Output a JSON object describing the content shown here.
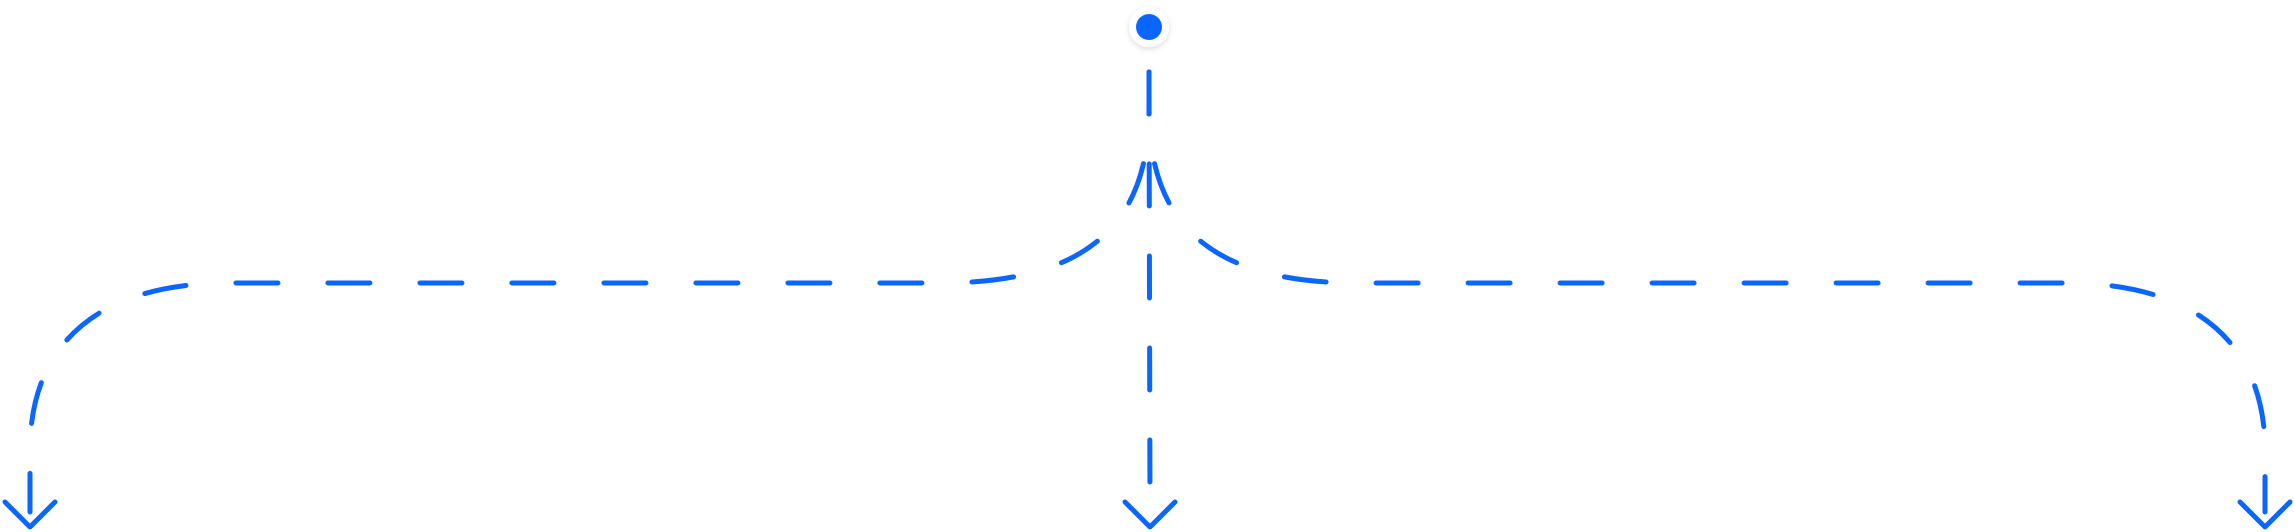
{
  "diagram": {
    "type": "branching-flow-connector",
    "accent_color": "#0a66ff",
    "background_color": "#ffffff",
    "start_node": {
      "icon": "dot-node-icon"
    },
    "branches": [
      {
        "name": "left",
        "icon": "chevron-down-icon"
      },
      {
        "name": "center",
        "icon": "chevron-down-icon"
      },
      {
        "name": "right",
        "icon": "chevron-down-icon"
      }
    ]
  }
}
